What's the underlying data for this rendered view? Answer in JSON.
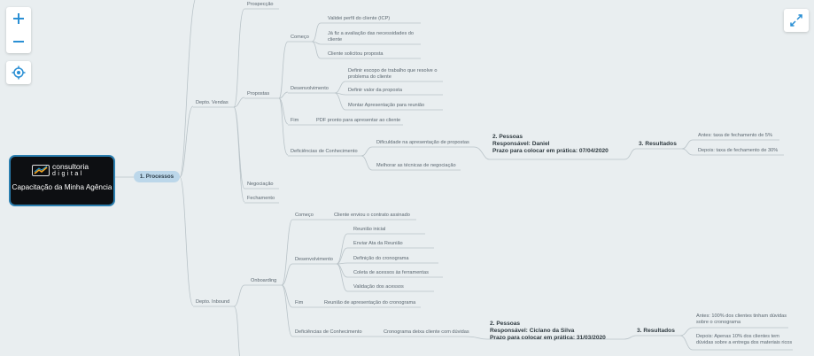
{
  "controls": {
    "zoom_in": "zoom-in",
    "zoom_out": "zoom-out",
    "center": "locate",
    "fullscreen": "expand"
  },
  "root": {
    "brand_line1": "consultoria",
    "brand_line2": "digital",
    "title": "Capacitação da Minha Agência"
  },
  "processos": "1. Processos",
  "vendas": {
    "label": "Depto. Vendas",
    "prospeccao": "Prospecção",
    "propostas": {
      "label": "Propostas",
      "comeco": {
        "label": "Começo",
        "items": [
          "Validei perfil do cliente (ICP)",
          "Já fiz a avaliação das necessidades do cliente",
          "Cliente solicitou proposta"
        ]
      },
      "desenvolvimento": {
        "label": "Desenvolvimento",
        "items": [
          "Definir escopo de trabalho que resolve o problema do cliente",
          "Definir valor da proposta",
          "Montar Apresentação para reunião"
        ]
      },
      "fim": {
        "label": "Fim",
        "item": "PDF pronto para apresentar ao cliente"
      },
      "deficiencias": {
        "label": "Deficiências de Conhecimento",
        "items": [
          "Dificuldade na apresentação de propostas",
          "Melhorar as técnicas de negociação"
        ],
        "pessoas": {
          "title": "2. Pessoas",
          "resp": "Responsável: Daniel",
          "prazo": "Prazo para colocar em prática: 07/04/2020"
        },
        "resultados": {
          "title": "3. Resultados",
          "antes": "Antes: taxa de fechamento de 5%",
          "depois": "Depois: taxa de fechamento de 30%"
        }
      }
    },
    "negociacao": "Negociação",
    "fechamento": "Fechamento"
  },
  "inbound": {
    "label": "Depto. Inbound",
    "onboarding": {
      "label": "Onboarding",
      "comeco": {
        "label": "Começo",
        "item": "Cliente enviou o contrato assinado"
      },
      "desenvolvimento": {
        "label": "Desenvolvimento",
        "items": [
          "Reunião inicial",
          "Enviar Ata da Reunião",
          "Definição do cronograma",
          "Coleta de acessos às ferramentas",
          "Validação dos acessos"
        ]
      },
      "fim": {
        "label": "Fim",
        "item": "Reunião de apresentação do cronograma"
      },
      "deficiencias": {
        "label": "Deficiências de Conhecimento",
        "item": "Cronograma deixa cliente com dúvidas",
        "pessoas": {
          "title": "2. Pessoas",
          "resp": "Responsável: Ciclano da Silva",
          "prazo": "Prazo para colocar em prática: 31/03/2020"
        },
        "resultados": {
          "title": "3. Resultados",
          "antes": "Antes: 100% dos clientes tinham dúvidas sobre o cronograma",
          "depois": "Depois: Apenas 10% dos clientes tem dúvidas sobre a entrega dos materiais ricos"
        }
      }
    }
  }
}
